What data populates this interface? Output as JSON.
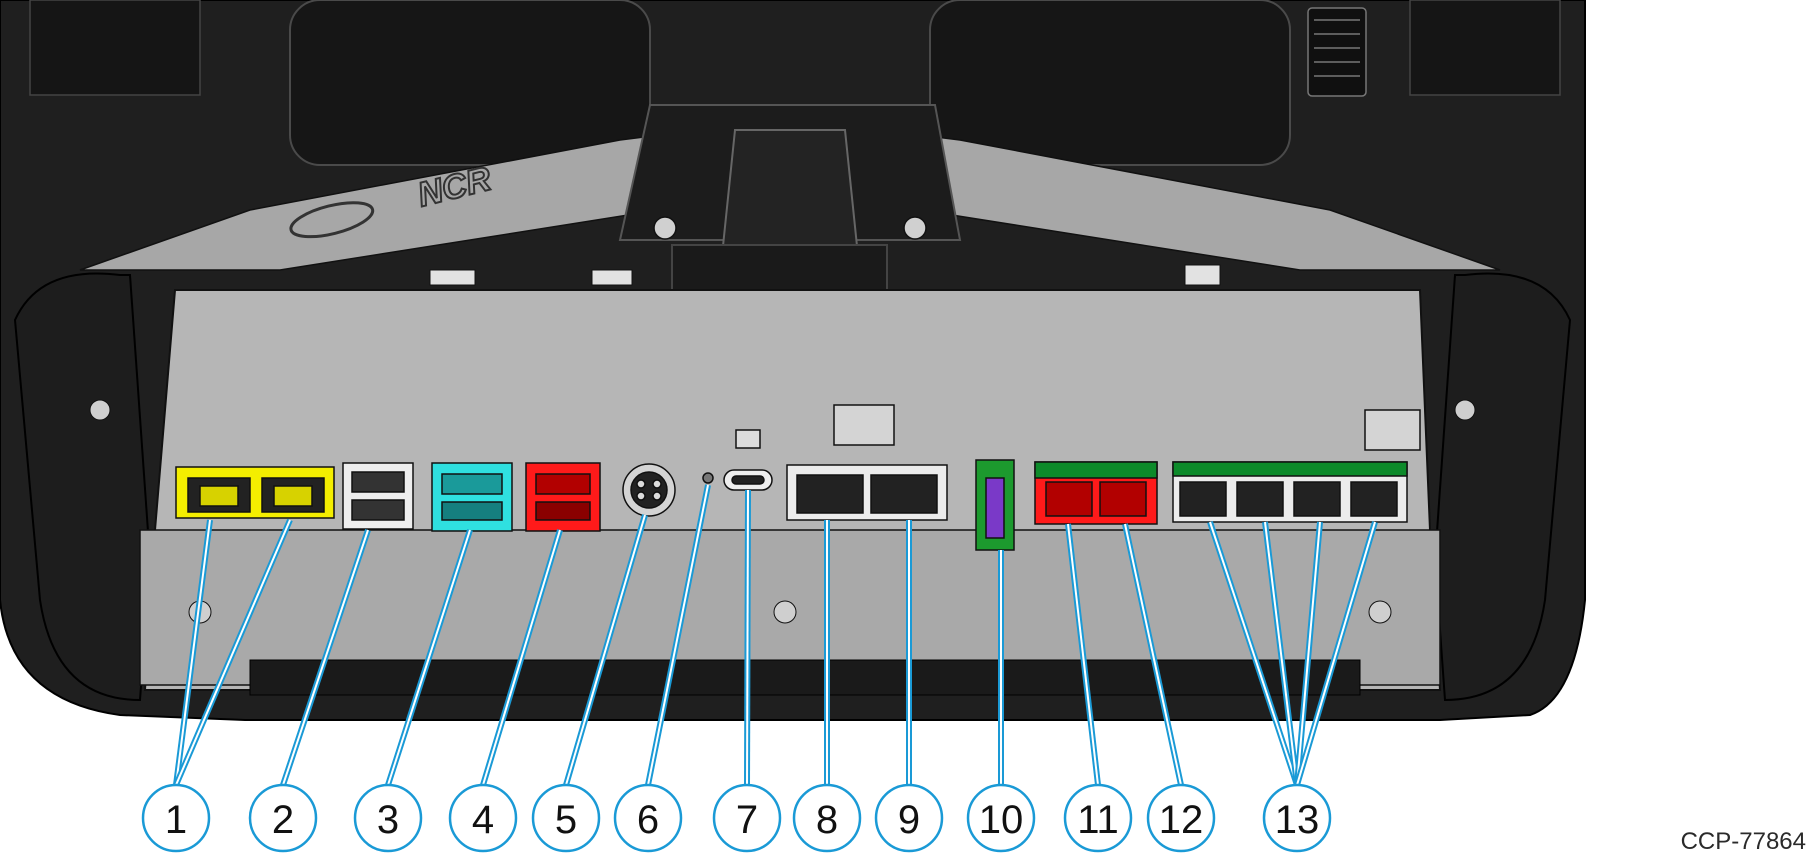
{
  "figure": {
    "brand_logo": "NCR",
    "figure_id": "CCP-77864"
  },
  "colors": {
    "callout": "#1a9ad6",
    "body": "#1e1e1e",
    "panel": "#b4b4b4",
    "port_yellow": "#f4ee00",
    "port_cyan": "#2fe0e0",
    "port_red": "#ff1a1a",
    "port_green": "#0d8a2a",
    "port_purple": "#7a39c8",
    "port_white": "#ececec"
  },
  "callouts": [
    "1",
    "2",
    "3",
    "4",
    "5",
    "6",
    "7",
    "8",
    "9",
    "10",
    "11",
    "12",
    "13"
  ],
  "ports": [
    {
      "callout": "1",
      "icon": "rj45-dual-icon",
      "color": "yellow"
    },
    {
      "callout": "2",
      "icon": "usb-dual-icon",
      "color": "white"
    },
    {
      "callout": "3",
      "icon": "powered-usb-icon",
      "color": "cyan"
    },
    {
      "callout": "4",
      "icon": "powered-usb-icon",
      "color": "red"
    },
    {
      "callout": "5",
      "icon": "dc-power-din-icon",
      "color": "gray"
    },
    {
      "callout": "6",
      "icon": "led-indicator-icon",
      "color": "gray"
    },
    {
      "callout": "7",
      "icon": "usb-c-icon",
      "color": "gray"
    },
    {
      "callout": "8",
      "icon": "rj45-icon",
      "color": "white"
    },
    {
      "callout": "9",
      "icon": "rj45-icon",
      "color": "white"
    },
    {
      "callout": "10",
      "icon": "switch-icon",
      "color": "green-purple"
    },
    {
      "callout": "11",
      "icon": "powered-usb-red-icon",
      "color": "red"
    },
    {
      "callout": "12",
      "icon": "powered-usb-red-icon",
      "color": "red"
    },
    {
      "callout": "13",
      "icon": "rj12-quad-icon",
      "color": "white-green"
    }
  ]
}
